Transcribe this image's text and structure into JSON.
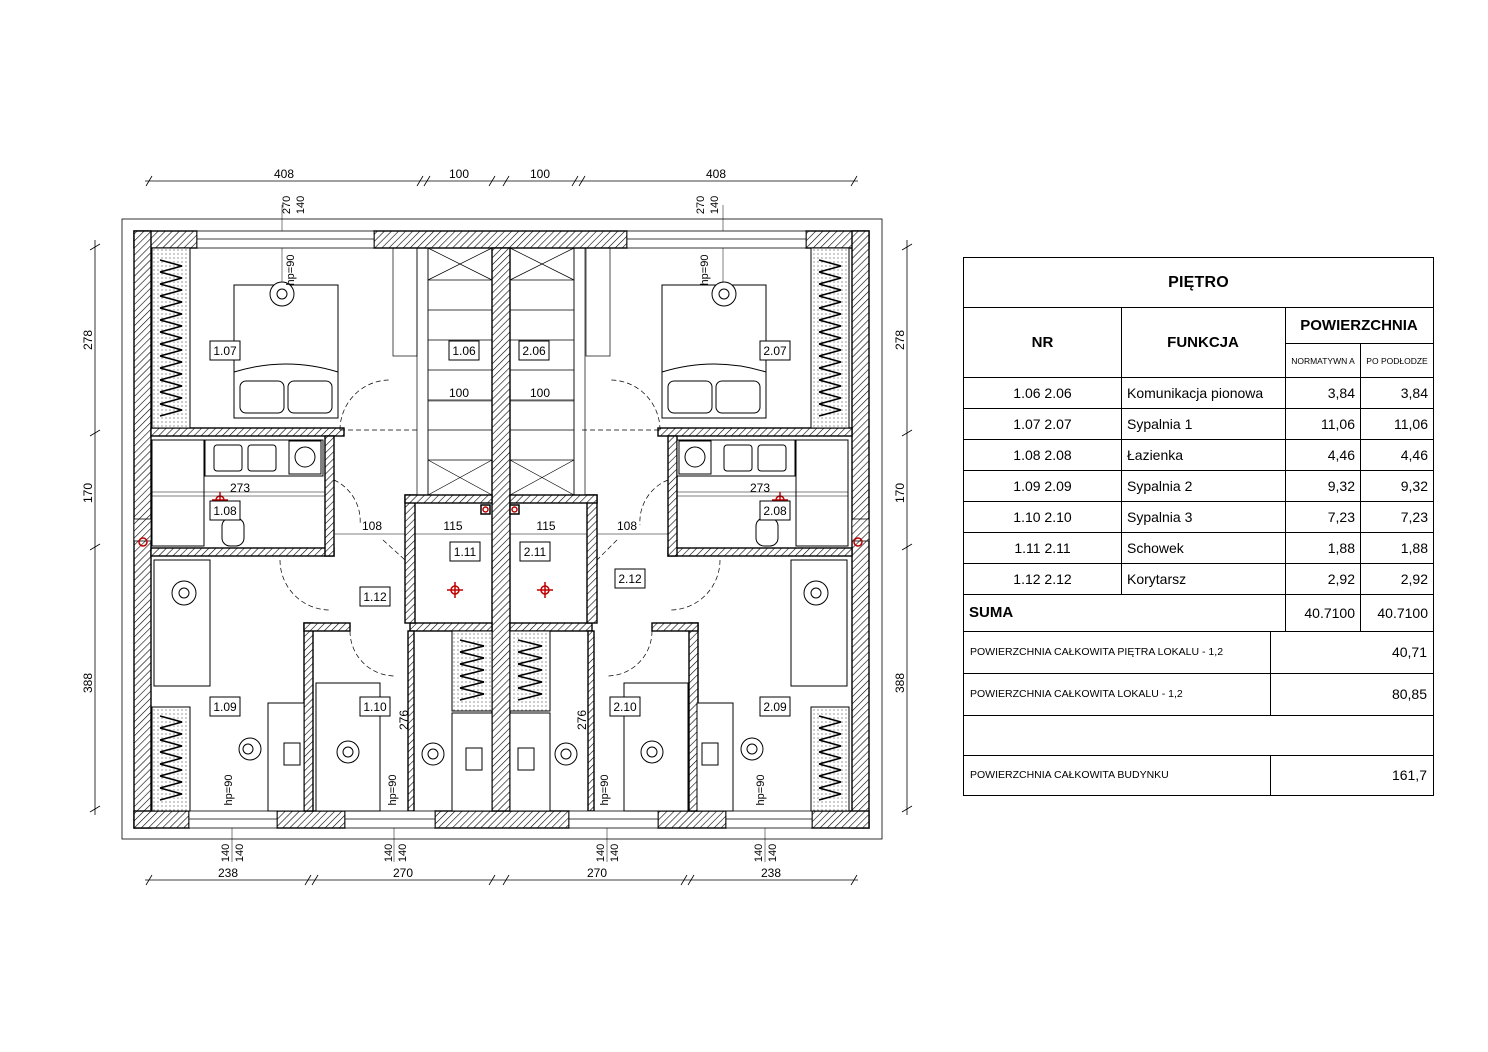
{
  "plan": {
    "top_dims": [
      "408",
      "100",
      "100",
      "408"
    ],
    "bottom_dims": [
      "238",
      "270",
      "270",
      "238"
    ],
    "left_dims": [
      "278",
      "170",
      "388"
    ],
    "right_dims": [
      "278",
      "170",
      "388"
    ],
    "window_marks_top": [
      "270",
      "140"
    ],
    "window_mark_bottom": [
      "140",
      "140"
    ],
    "rooms": {
      "r107": "1.07",
      "r106": "1.06",
      "r206": "2.06",
      "r207": "2.07",
      "r108": "1.08",
      "r208": "2.08",
      "r111": "1.11",
      "r211": "2.11",
      "r112": "1.12",
      "r212": "2.12",
      "r109": "1.09",
      "r110": "1.10",
      "r210": "2.10",
      "r209": "2.09"
    },
    "inner_dims": {
      "stair_l": "100",
      "stair_r": "100",
      "bath_l": "273",
      "bath_r": "273",
      "hall_l": "108",
      "sto_l": "115",
      "sto_r": "115",
      "hall_r": "108",
      "wall_l": "276",
      "wall_r": "276"
    },
    "hp_label": "hp=90"
  },
  "table": {
    "title": "PIĘTRO",
    "col_nr": "NR",
    "col_function": "FUNKCJA",
    "col_area": "POWIERZCHNIA",
    "col_normative": "NORMATYWN A",
    "col_floor": "PO PODŁODZE",
    "rows": [
      {
        "nr": "1.06 2.06",
        "function": "Komunikacja pionowa",
        "normative": "3,84",
        "floor": "3,84"
      },
      {
        "nr": "1.07 2.07",
        "function": "Sypalnia 1",
        "normative": "11,06",
        "floor": "11,06"
      },
      {
        "nr": "1.08 2.08",
        "function": "Łazienka",
        "normative": "4,46",
        "floor": "4,46"
      },
      {
        "nr": "1.09 2.09",
        "function": "Sypalnia 2",
        "normative": "9,32",
        "floor": "9,32"
      },
      {
        "nr": "1.10 2.10",
        "function": "Sypalnia 3",
        "normative": "7,23",
        "floor": "7,23"
      },
      {
        "nr": "1.11 2.11",
        "function": "Schowek",
        "normative": "1,88",
        "floor": "1,88"
      },
      {
        "nr": "1.12 2.12",
        "function": "Korytarsz",
        "normative": "2,92",
        "floor": "2,92"
      }
    ],
    "sum_label": "SUMA",
    "sum_normative": "40.7100",
    "sum_floor": "40.7100",
    "totals": [
      {
        "label": "POWIERZCHNIA CAŁKOWITA PIĘTRA LOKALU - 1,2",
        "value": "40,71"
      },
      {
        "label": "POWIERZCHNIA CAŁKOWITA LOKALU - 1,2",
        "value": "80,85"
      },
      {
        "label": "",
        "value": ""
      },
      {
        "label": "POWIERZCHNIA CAŁKOWITA BUDYNKU",
        "value": "161,7"
      }
    ]
  }
}
